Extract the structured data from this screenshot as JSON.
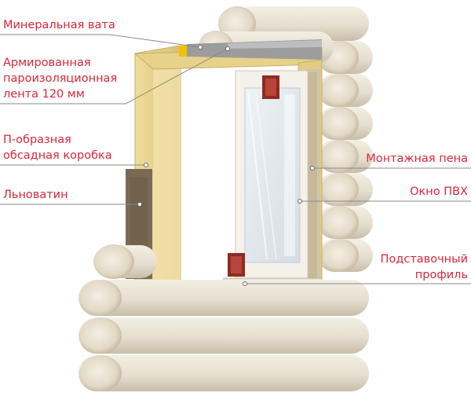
{
  "diagram": {
    "labels": {
      "mineral_wool": [
        "Минеральная вата"
      ],
      "reinforced_tape": [
        "Армированная",
        "пароизоляционная",
        "лента 120 мм"
      ],
      "casing_box": [
        "П-образная",
        "обсадная коробка"
      ],
      "flax_wool": [
        "Льноватин"
      ],
      "mounting_foam": [
        "Монтажная пена"
      ],
      "pvc_window": [
        "Окно ПВХ"
      ],
      "support_profile": [
        "Подставочный",
        "профиль"
      ]
    },
    "colors": {
      "label_text": "#d9263a",
      "leader_line": "#8a8a8a",
      "log": "#e7e0d2",
      "log_shadow": "#c9bfae",
      "casing": "#e9d48d",
      "mineral_wool": "#f2c200",
      "tape": "#9a9a9a",
      "flax": "#7a6a55",
      "foam": "#cfc6a8",
      "window_frame": "#f4f1ea",
      "window_profile": "#8e2a23"
    }
  }
}
